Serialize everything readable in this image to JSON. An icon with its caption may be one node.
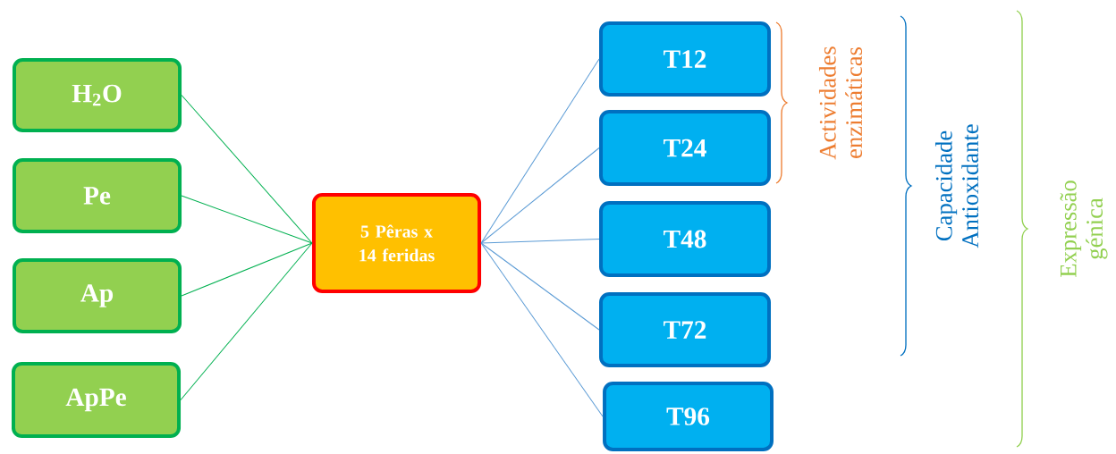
{
  "diagram": {
    "nodes": [
      {
        "text": [
          "H$_{2}$O"
        ]
      },
      {
        "text": [
          "Pe"
        ]
      },
      {
        "text": [
          "Ap"
        ]
      },
      {
        "text": [
          "ApPe"
        ]
      },
      {
        "text": [
          "5 Pêras x 14 feridas"
        ]
      },
      {
        "text": [
          "T12"
        ]
      },
      {
        "text": [
          "T24"
        ]
      },
      {
        "text": [
          "T48"
        ]
      },
      {
        "text": [
          "T72"
        ]
      },
      {
        "text": [
          "T96"
        ]
      }
    ],
    "edges": [
      {
        "from": 0,
        "to": 4,
        "arrow": "none",
        "color": "#00b050"
      },
      {
        "from": 1,
        "to": 4,
        "arrow": "none",
        "color": "#00b050"
      },
      {
        "from": 2,
        "to": 4,
        "arrow": "none",
        "color": "#00b050"
      },
      {
        "from": 3,
        "to": 4,
        "arrow": "none",
        "color": "#00b050"
      },
      {
        "from": 4,
        "to": 5,
        "arrow": "none"
      },
      {
        "from": 4,
        "to": 6,
        "arrow": "none"
      },
      {
        "from": 4,
        "to": 7,
        "arrow": "none"
      },
      {
        "from": 4,
        "to": 8,
        "arrow": "none"
      },
      {
        "from": 4,
        "to": 9,
        "arrow": "none"
      }
    ],
    "labels": [
      "Actividades enzimáticas",
      "Capacidade Antioxidante",
      "Expressão génica"
    ]
  }
}
